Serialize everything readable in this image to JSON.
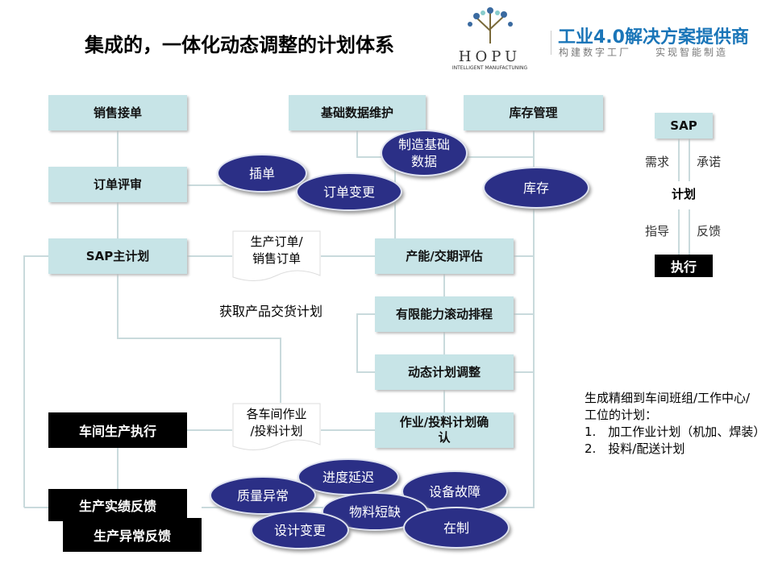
{
  "title": "集成的，一体化动态调整的计划体系",
  "logo": {
    "brand": "HOPU",
    "sub": "INTELLIGENT MANUFACTUNING",
    "slogan": "工业4.0解决方案提供商",
    "tagline": "构建数字工厂　　实现智能制造"
  },
  "boxes": {
    "sales": "销售接单",
    "basic": "基础数据维护",
    "inventory": "库存管理",
    "review": "订单评审",
    "sap_master": "SAP主计划",
    "capacity": "产能/交期评估",
    "finite": "有限能力滚动排程",
    "dynamic": "动态计划调整",
    "confirm": "作业/投料计划确认"
  },
  "black": {
    "exec": "车间生产执行",
    "feedback": "生产实绩反馈",
    "abnormal": "生产异常反馈"
  },
  "docs": {
    "orders": "生产订单/\n销售订单",
    "workshop": "各车间作业\n/投料计划"
  },
  "note": "获取产品交货计划",
  "ellipses": {
    "insert": "插单",
    "change": "订单变更",
    "mfg": "制造基础\n数据",
    "stock": "库存",
    "quality": "质量异常",
    "delay": "进度延迟",
    "equip": "设备故障",
    "material": "物料短缺",
    "design": "设计变更",
    "wip": "在制"
  },
  "side": {
    "sap": "SAP",
    "plan": "计划",
    "exec": "执行",
    "demand": "需求",
    "promise": "承诺",
    "guide": "指导",
    "feedback": "反馈"
  },
  "desc": {
    "intro": "生成精细到车间班组/工作中心/工位的计划：",
    "items": [
      "1.　加工作业计划（机加、焊装）",
      "2.　投料/配送计划"
    ]
  }
}
